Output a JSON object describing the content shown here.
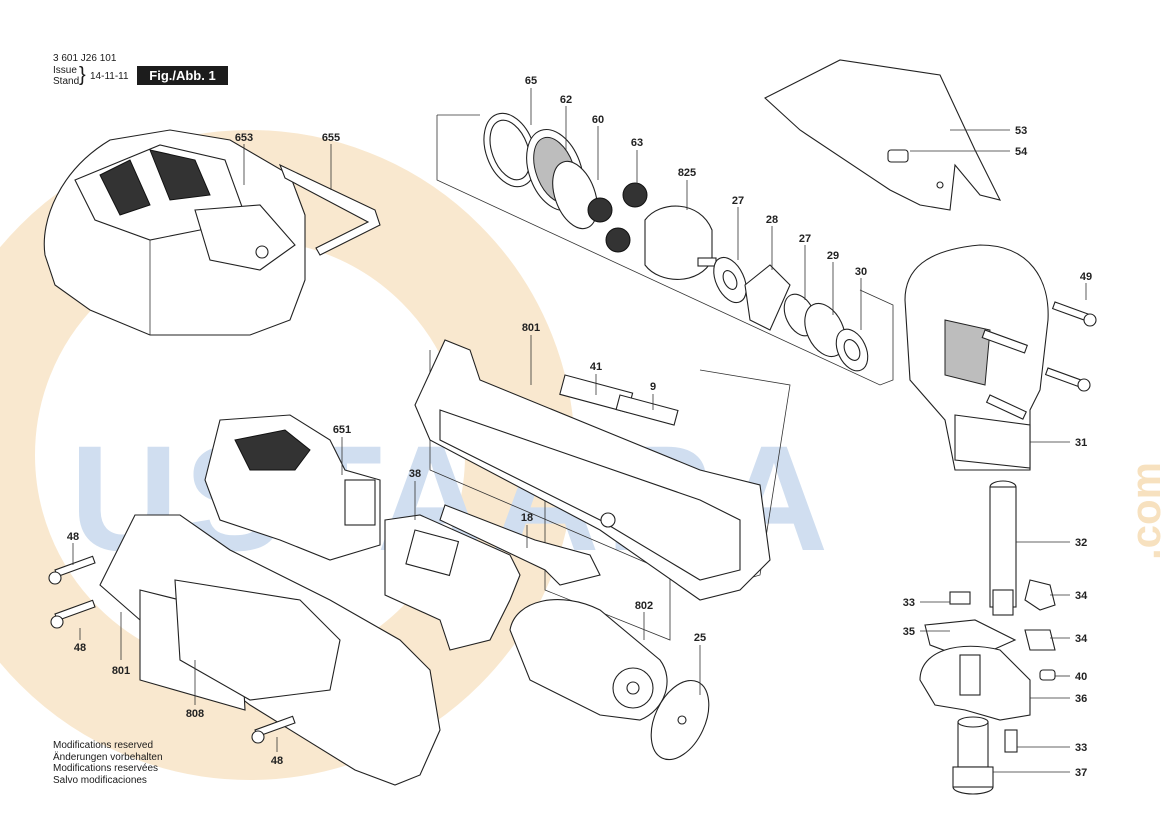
{
  "header": {
    "part_number": "3 601 J26 101",
    "issue_label": "Issue",
    "stand_label": "Stand",
    "date": "14-11-11",
    "figure_label": "Fig./Abb. 1"
  },
  "watermark": {
    "text": "USTAARA",
    "suffix": ".com",
    "colors": {
      "main": "#a9c4e3",
      "circle": "#f4d6a8"
    }
  },
  "modifications": [
    "Modifications reserved",
    "Änderungen vorbehalten",
    "Modifications reservées",
    "Salvo modificaciones"
  ],
  "part_labels": [
    "65",
    "62",
    "60",
    "63",
    "825",
    "27",
    "28",
    "27",
    "29",
    "30",
    "53",
    "54",
    "49",
    "31",
    "32",
    "33",
    "34",
    "35",
    "34",
    "40",
    "36",
    "33",
    "37",
    "653",
    "655",
    "801",
    "41",
    "9",
    "651",
    "38",
    "18",
    "48",
    "48",
    "801",
    "808",
    "48",
    "802",
    "25"
  ]
}
